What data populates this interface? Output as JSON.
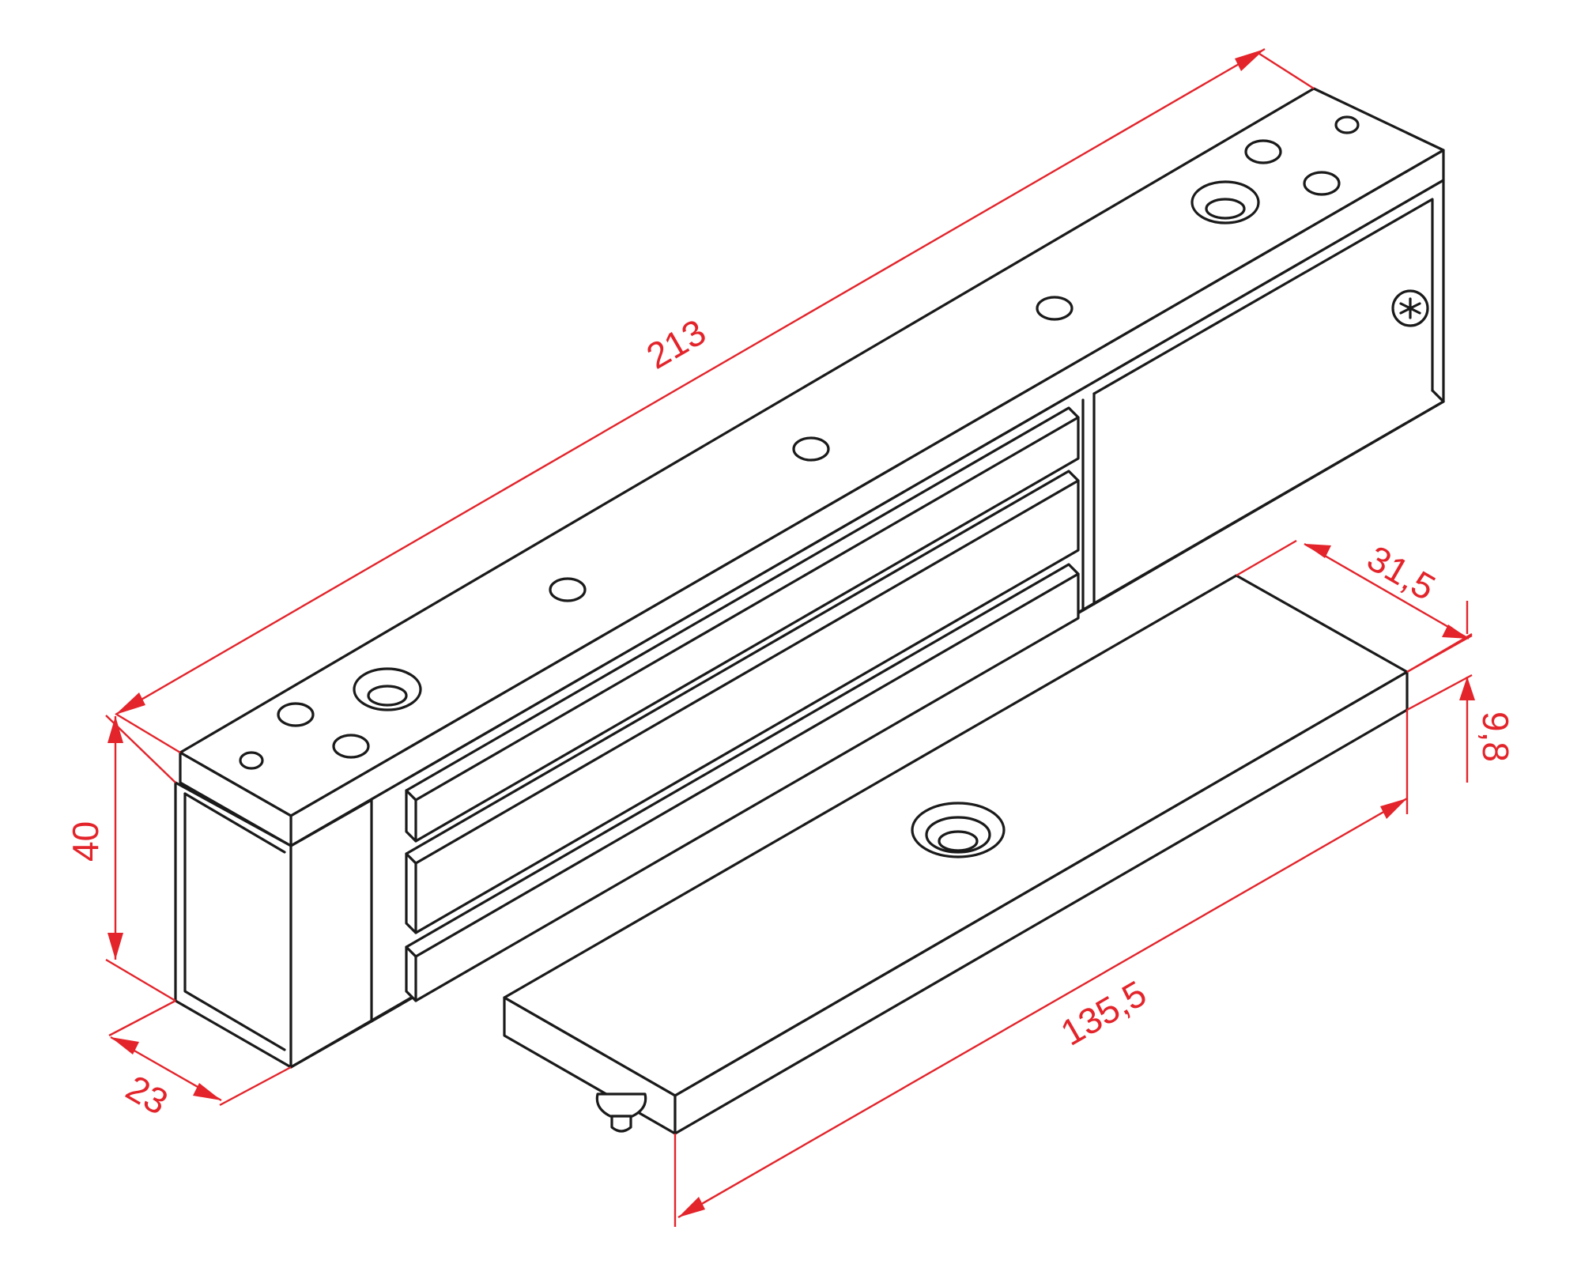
{
  "dimensions": {
    "length": "213",
    "height": "40",
    "width": "23",
    "plate_width": "31,5",
    "plate_thickness": "9,8",
    "plate_length": "135,5"
  },
  "colors": {
    "outline": "#1a1a1a",
    "dimension": "#e3242b",
    "background": "#ffffff"
  }
}
